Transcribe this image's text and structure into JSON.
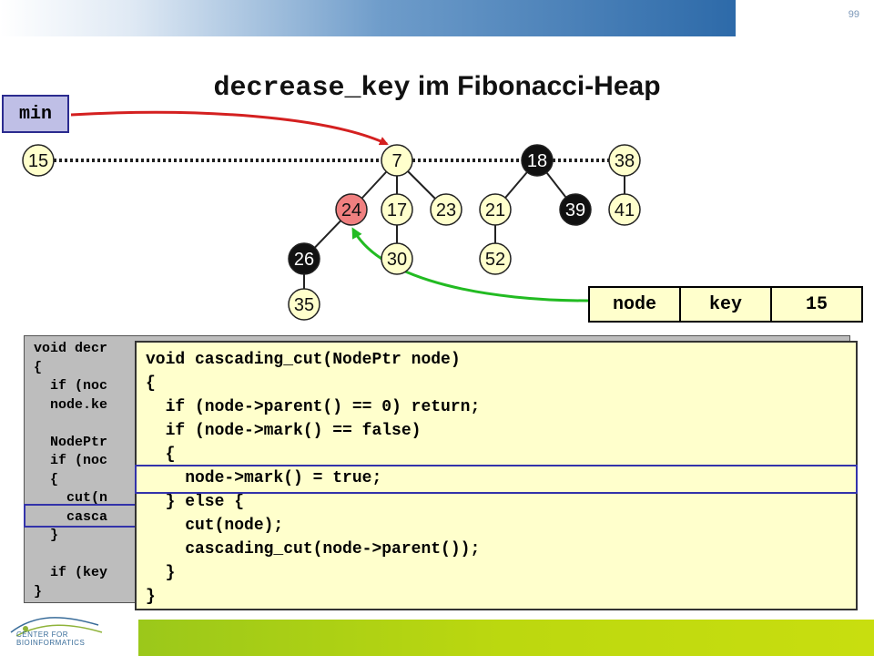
{
  "slide_number": "99",
  "title": {
    "code_part": "decrease_key",
    "text_part": " im Fibonacci-Heap"
  },
  "min_label": "min",
  "nodes": [
    {
      "id": "n15",
      "key": "15",
      "style": "plain"
    },
    {
      "id": "n7",
      "key": "7",
      "style": "plain"
    },
    {
      "id": "n18",
      "key": "18",
      "style": "marked"
    },
    {
      "id": "n38",
      "key": "38",
      "style": "plain"
    },
    {
      "id": "n24",
      "key": "24",
      "style": "highlight"
    },
    {
      "id": "n17",
      "key": "17",
      "style": "plain"
    },
    {
      "id": "n23",
      "key": "23",
      "style": "plain"
    },
    {
      "id": "n21",
      "key": "21",
      "style": "plain"
    },
    {
      "id": "n39",
      "key": "39",
      "style": "marked"
    },
    {
      "id": "n41",
      "key": "41",
      "style": "plain"
    },
    {
      "id": "n26",
      "key": "26",
      "style": "marked"
    },
    {
      "id": "n30",
      "key": "30",
      "style": "plain"
    },
    {
      "id": "n52",
      "key": "52",
      "style": "plain"
    },
    {
      "id": "n35",
      "key": "35",
      "style": "plain"
    }
  ],
  "root_list": [
    "n15",
    "n7",
    "n18",
    "n38"
  ],
  "edges": [
    [
      "n7",
      "n24"
    ],
    [
      "n7",
      "n17"
    ],
    [
      "n7",
      "n23"
    ],
    [
      "n18",
      "n21"
    ],
    [
      "n18",
      "n39"
    ],
    [
      "n38",
      "n41"
    ],
    [
      "n24",
      "n26"
    ],
    [
      "n17",
      "n30"
    ],
    [
      "n21",
      "n52"
    ],
    [
      "n26",
      "n35"
    ]
  ],
  "colors": {
    "node_fill": "#ffffcc",
    "marked_fill": "#111111",
    "highlight_fill": "#f08080",
    "min_arrow": "#d42020",
    "node_arrow": "#22bb22",
    "code_back_bg": "#bdbdbd",
    "code_front_bg": "#ffffcc",
    "highlight_border": "#3333aa"
  },
  "node_key_table": {
    "cells": [
      "node",
      "key",
      "15"
    ]
  },
  "code_back": "void decr\n{\n  if (noc\n  node.ke\n\n  NodePtr\n  if (noc\n  {\n    cut(n\n    casca\n  }\n\n  if (key\n}",
  "code_front": "void cascading_cut(NodePtr node)\n{\n  if (node->parent() == 0) return;\n  if (node->mark() == false)\n  {\n    node->mark() = true;\n  } else {\n    cut(node);\n    cascading_cut(node->parent());\n  }\n}",
  "logo_text": "CENTER FOR\nBIOINFORMATICS"
}
